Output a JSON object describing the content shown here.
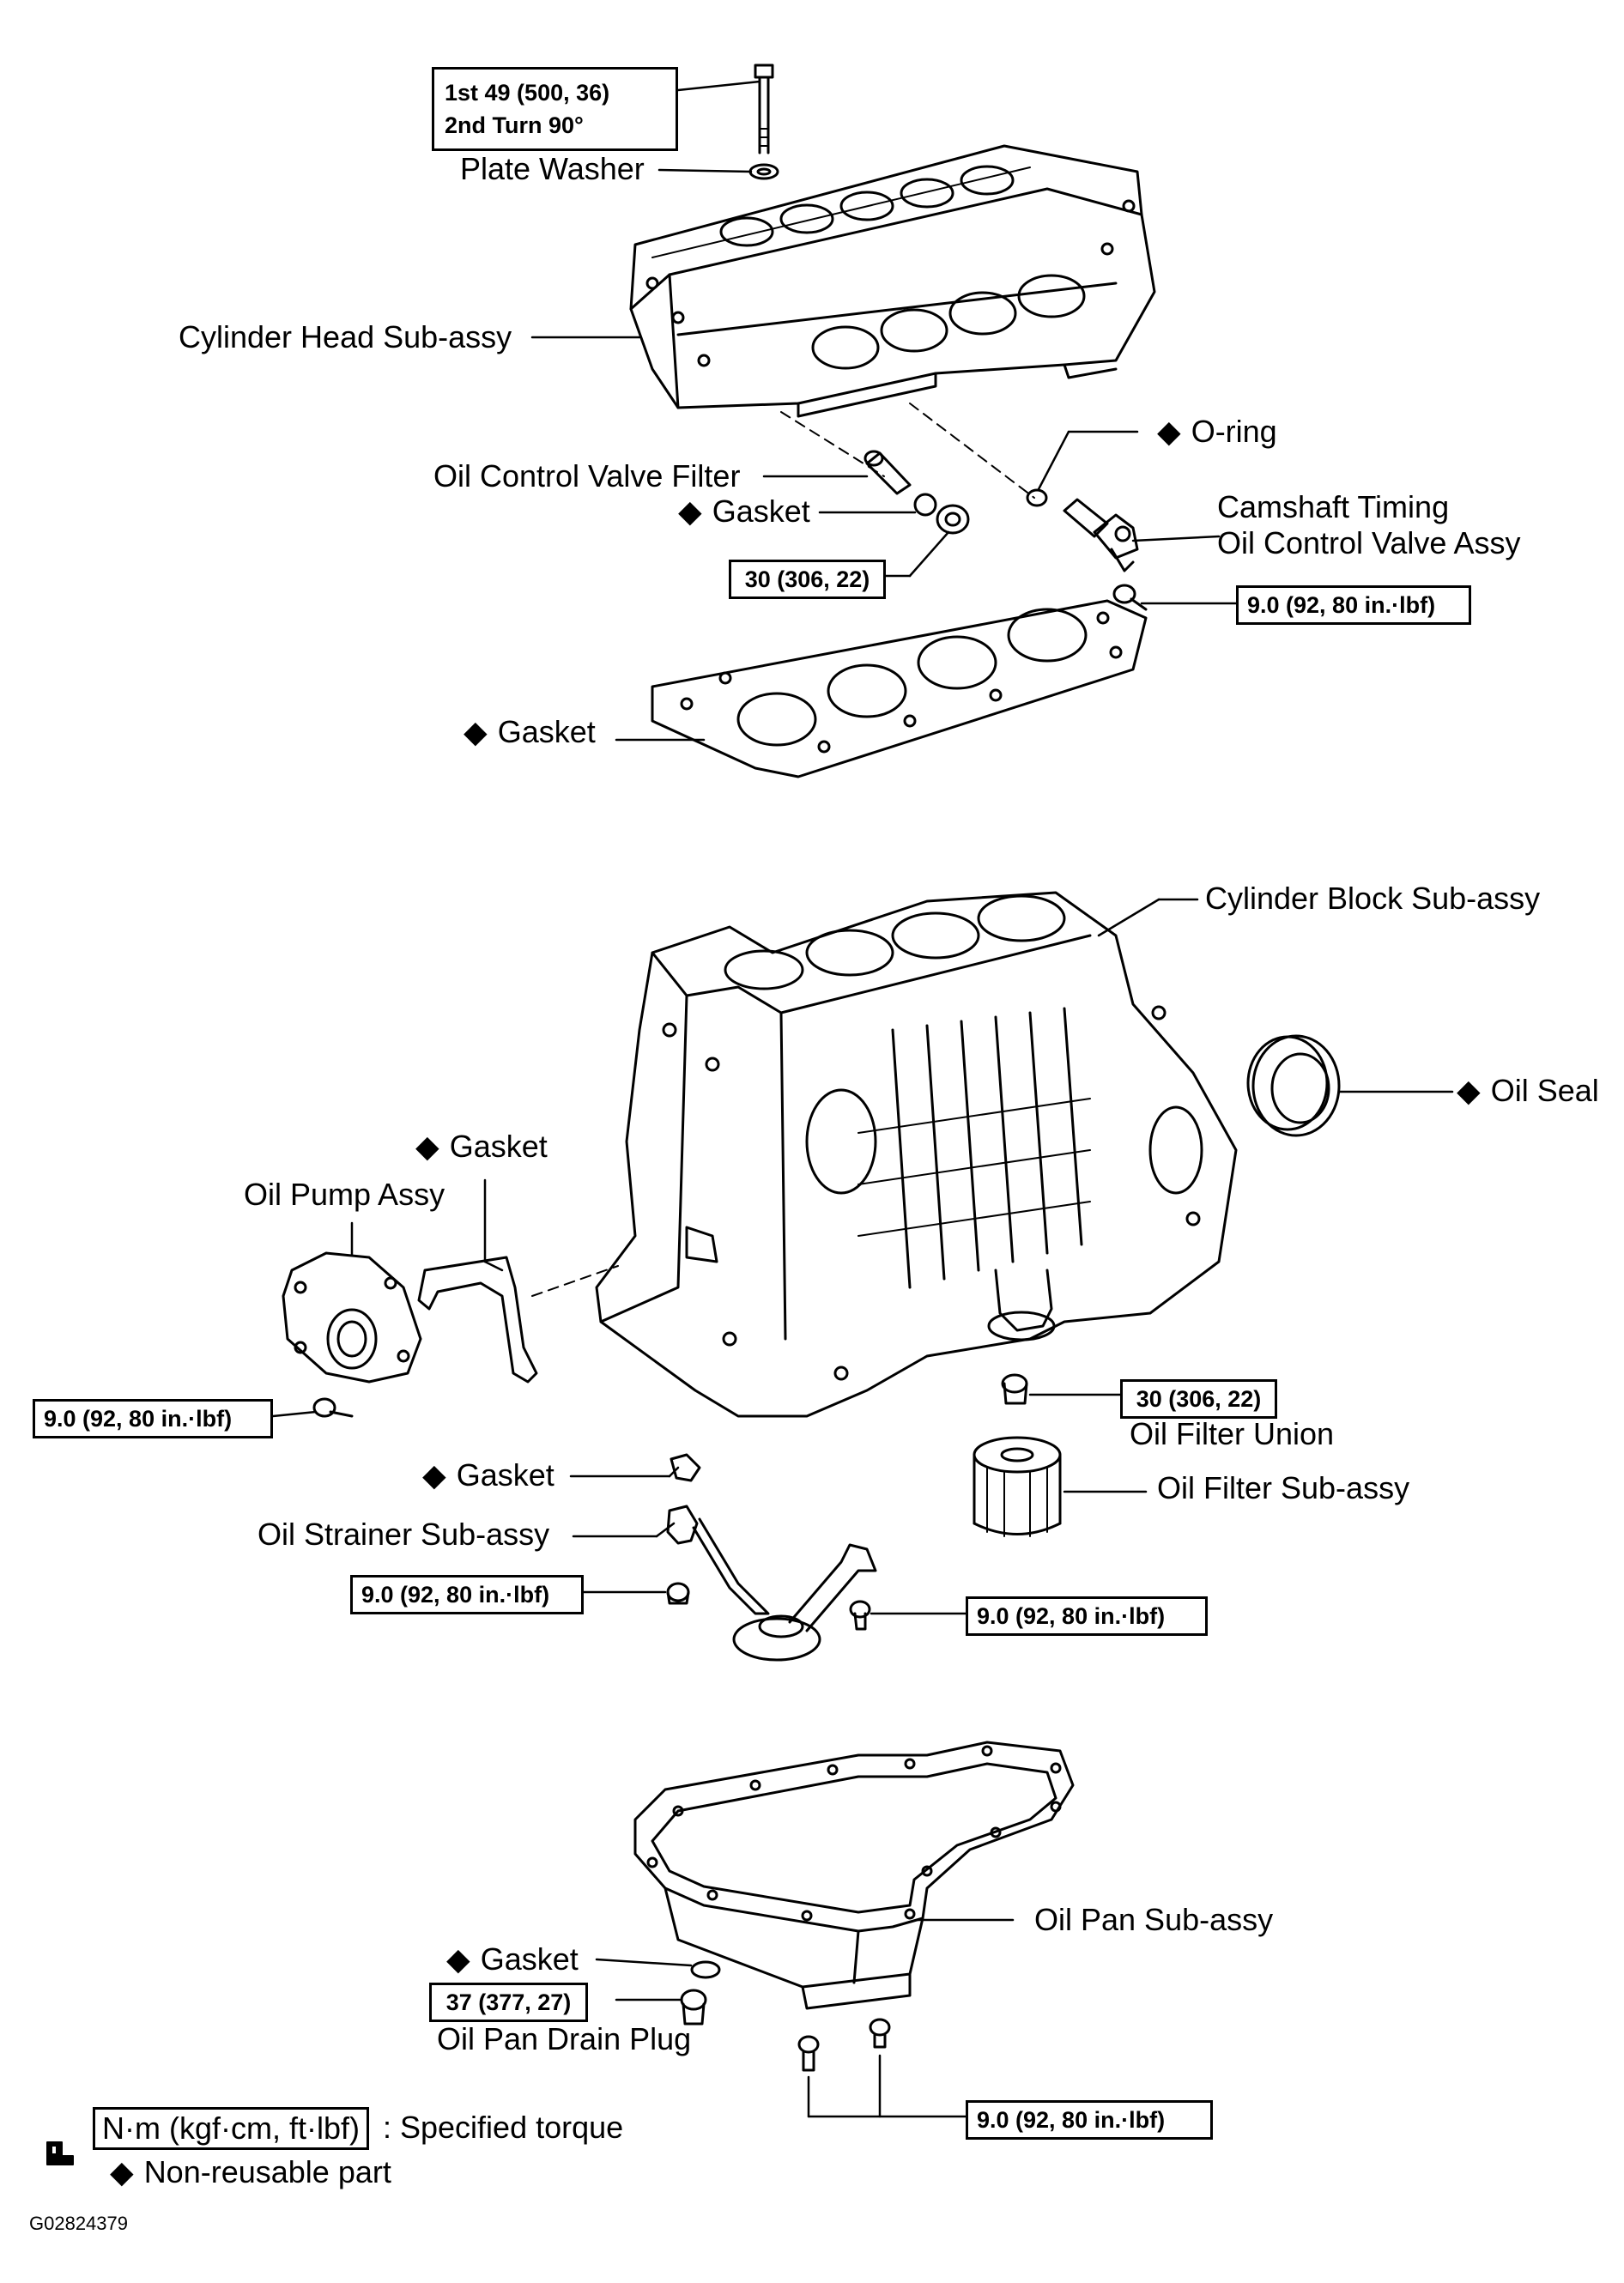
{
  "symbol": "◆",
  "labels": {
    "plate_washer": "Plate Washer",
    "cylinder_head": "Cylinder Head Sub-assy",
    "o_ring": "O-ring",
    "ocv_filter": "Oil Control Valve Filter",
    "gasket": "Gasket",
    "camshaft_line1": "Camshaft Timing",
    "camshaft_line2": "Oil Control Valve Assy",
    "cylinder_block": "Cylinder Block Sub-assy",
    "oil_seal": "Oil Seal",
    "oil_pump": "Oil Pump Assy",
    "oil_filter_union": "Oil Filter Union",
    "oil_filter": "Oil Filter Sub-assy",
    "oil_strainer": "Oil Strainer Sub-assy",
    "oil_pan": "Oil Pan Sub-assy",
    "drain_plug": "Oil Pan Drain Plug"
  },
  "torques": {
    "head_bolt_line1": "1st 49 (500, 36)",
    "head_bolt_line2": "2nd Turn 90°",
    "ocv_plug": "30 (306, 22)",
    "ocv_bolt": "9.0 (92, 80 in.·lbf)",
    "oil_pump_bolt": "9.0 (92, 80 in.·lbf)",
    "oil_filter_union": "30 (306, 22)",
    "strainer_nut": "9.0 (92, 80 in.·lbf)",
    "strainer_bolt": "9.0 (92, 80 in.·lbf)",
    "drain_plug": "37 (377, 27)",
    "oil_pan_bolts": "9.0 (92, 80 in.·lbf)"
  },
  "legend": {
    "torque_units": "N·m (kgf·cm, ft·lbf)",
    "torque_desc": ": Specified torque",
    "nonreusable_desc": "Non-reusable part"
  },
  "figure_code": "G02824379"
}
